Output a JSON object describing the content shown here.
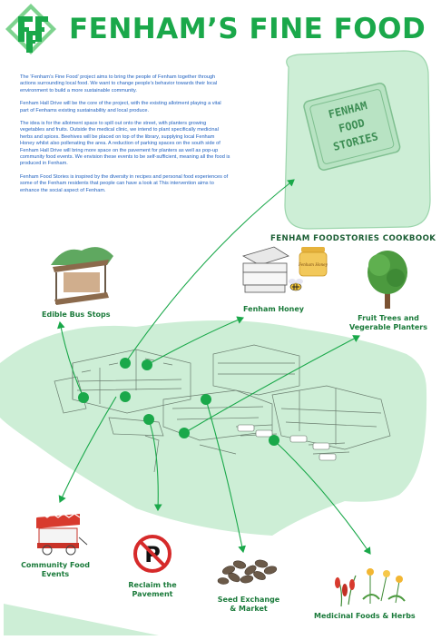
{
  "header": {
    "title": "FENHAM’S FINE FOOD",
    "logo_colors": [
      "#1aa84a",
      "#7ed38f"
    ]
  },
  "intro": {
    "paragraphs": [
      "The ‘Fenham’s Fine Food’ project aims to bring the people of Fenham together through actions surrounding local food. We want to change people’s behavior towards their local environment to build a more sustainable community.",
      "Fenham Hall Drive will be the core of the project, with the existing allotment playing a vital part of Fenhams existing sustainability and local produce.",
      "The idea is for the allotment space to spill out onto the street, with planters growing vegetables and fruits. Outside the medical clinic, we intend to plant specifically medicinal herbs and spices. Beehives will be placed on top of the library, supplying local Fenham Honey whilst also pollenating the area. A reduction of parking spaces on the south side of Fenham Hall Drive will bring more space on the pavement for planters as well as pop-up community food events. We envision these events to be self-sufficient, meaning all the food is produced in Fenham.",
      "Fenham Food Stories is inspired by the diversity in recipes and personal food experiences of some of the Fenham residents that people can have a look at This intervention aims to enhance the social aspect of Fenham."
    ]
  },
  "cookbook": {
    "label": "FENHAM FOODSTORIES COOKBOOK",
    "cover_text": [
      "FENHAM",
      "FOOD",
      "STORIES"
    ]
  },
  "honey_jar_text": "Fenham Honey",
  "labels": {
    "bus": "Edible Bus Stops",
    "honey": "Fenham Honey",
    "fruit": [
      "Fruit Trees and",
      "Vegerable Planters"
    ],
    "events": [
      "Community Food",
      "Events"
    ],
    "pavement": [
      "Reclaim the",
      "Pavement"
    ],
    "seed": [
      "Seed Exchange",
      "& Market"
    ],
    "medicinal": "Medicinal Foods & Herbs"
  },
  "colors": {
    "accent_green": "#1aa84a",
    "label_green": "#1a7a3a",
    "intro_blue": "#1d5fbf",
    "map_tint": "#cdeed6"
  }
}
